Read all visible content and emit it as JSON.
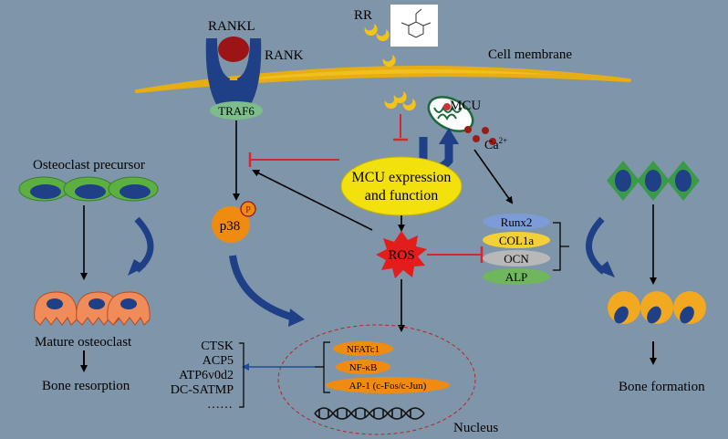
{
  "labels": {
    "rankl": "RANKL",
    "rank": "RANK",
    "rr": "RR",
    "membrane": "Cell membrane",
    "traf6": "TRAF6",
    "mcu": "MCU",
    "ca": "Ca",
    "ca_sup": "2+",
    "mcu_expr_1": "MCU expression",
    "mcu_expr_2": "and function",
    "p38": "p38",
    "p38_p": "P",
    "ros": "ROS",
    "osteoclast_precursor": "Osteoclast precursor",
    "mature_osteoclast": "Mature osteoclast",
    "bone_resorption": "Bone resorption",
    "bone_formation": "Bone formation",
    "nucleus": "Nucleus"
  },
  "osteoblast_markers": [
    "Runx2",
    "COL1a",
    "OCN",
    "ALP"
  ],
  "transcription_factors": [
    "NFATc1",
    "NF-κB",
    "AP-1 (c-Fos/c-Jun)"
  ],
  "target_genes": [
    "CTSK",
    "ACP5",
    "ATP6v0d2",
    "DC-SATMP",
    "……"
  ],
  "colors": {
    "background": "#7f95aa",
    "membrane": "#f1bf1f",
    "rankl": "#9b1416",
    "rank": "#1f3f86",
    "traf6": "#7dbd8b",
    "mcu_box": "#f2e10d",
    "ros": "#e31c1c",
    "p38": "#f08b12",
    "inhibit": "#d6272d",
    "runx2": "#7d9bd6",
    "col1a": "#f4d038",
    "ocn": "#b8b8b8",
    "alp": "#6fb65c",
    "tf": "#f08b12"
  }
}
